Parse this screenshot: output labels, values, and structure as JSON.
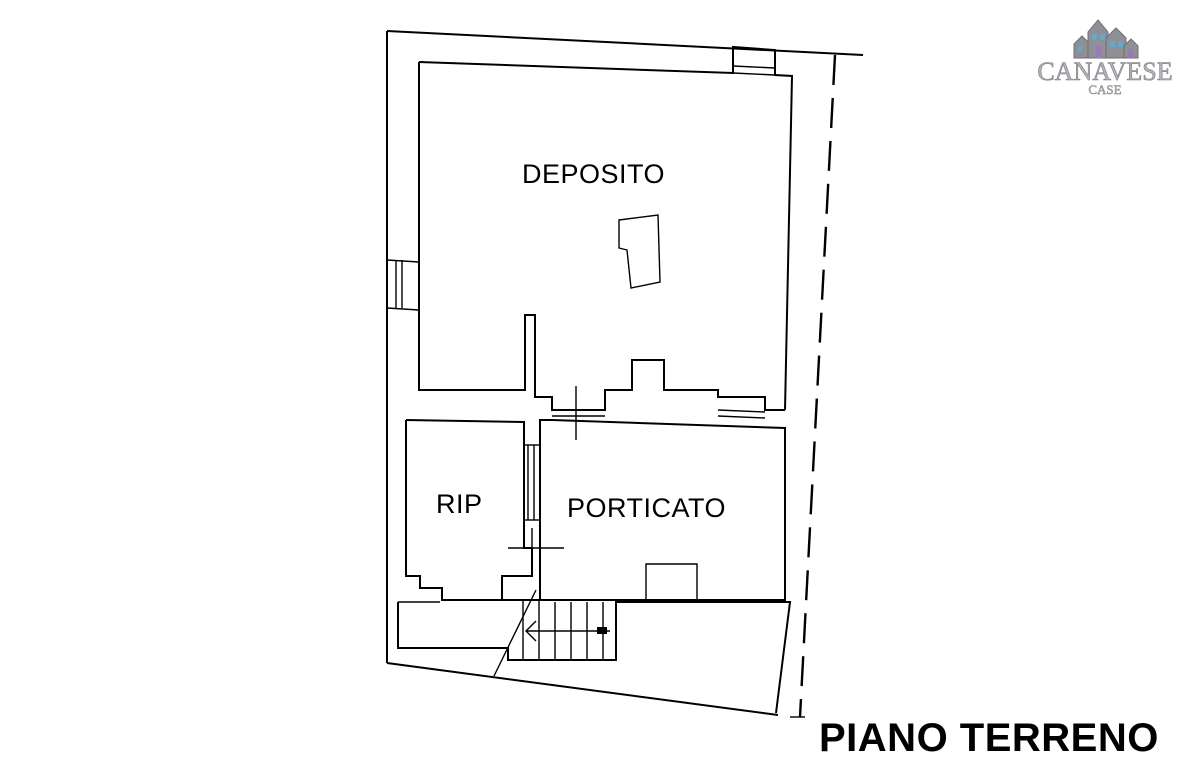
{
  "drawing": {
    "title": "PIANO TERRENO",
    "rooms": [
      {
        "id": "deposito",
        "label": "DEPOSITO"
      },
      {
        "id": "rip",
        "label": "RIP"
      },
      {
        "id": "porticato",
        "label": "PORTICATO"
      }
    ]
  },
  "logo": {
    "name": "CANAVESE",
    "sub": "CASE",
    "colors": {
      "main": "#8f8f96",
      "window": "#6aa7c7",
      "door": "#9a7ab5"
    }
  }
}
